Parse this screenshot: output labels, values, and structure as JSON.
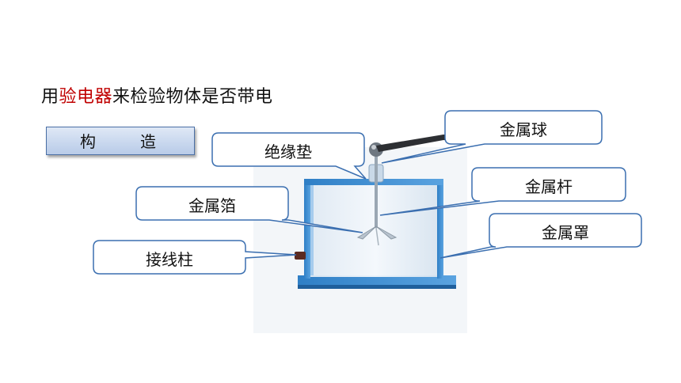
{
  "title": {
    "prefix": "用",
    "highlight": "验电器",
    "suffix": "来检验物体是否带电"
  },
  "section": {
    "label": "构　造"
  },
  "labels": {
    "ball": "金属球",
    "pad": "绝缘垫",
    "rod": "金属杆",
    "foil": "金属箔",
    "cover": "金属罩",
    "terminal": "接线柱"
  },
  "colors": {
    "highlight": "#c00000",
    "frame": "#3f8fd2",
    "callout_border": "#3b6fb0"
  }
}
